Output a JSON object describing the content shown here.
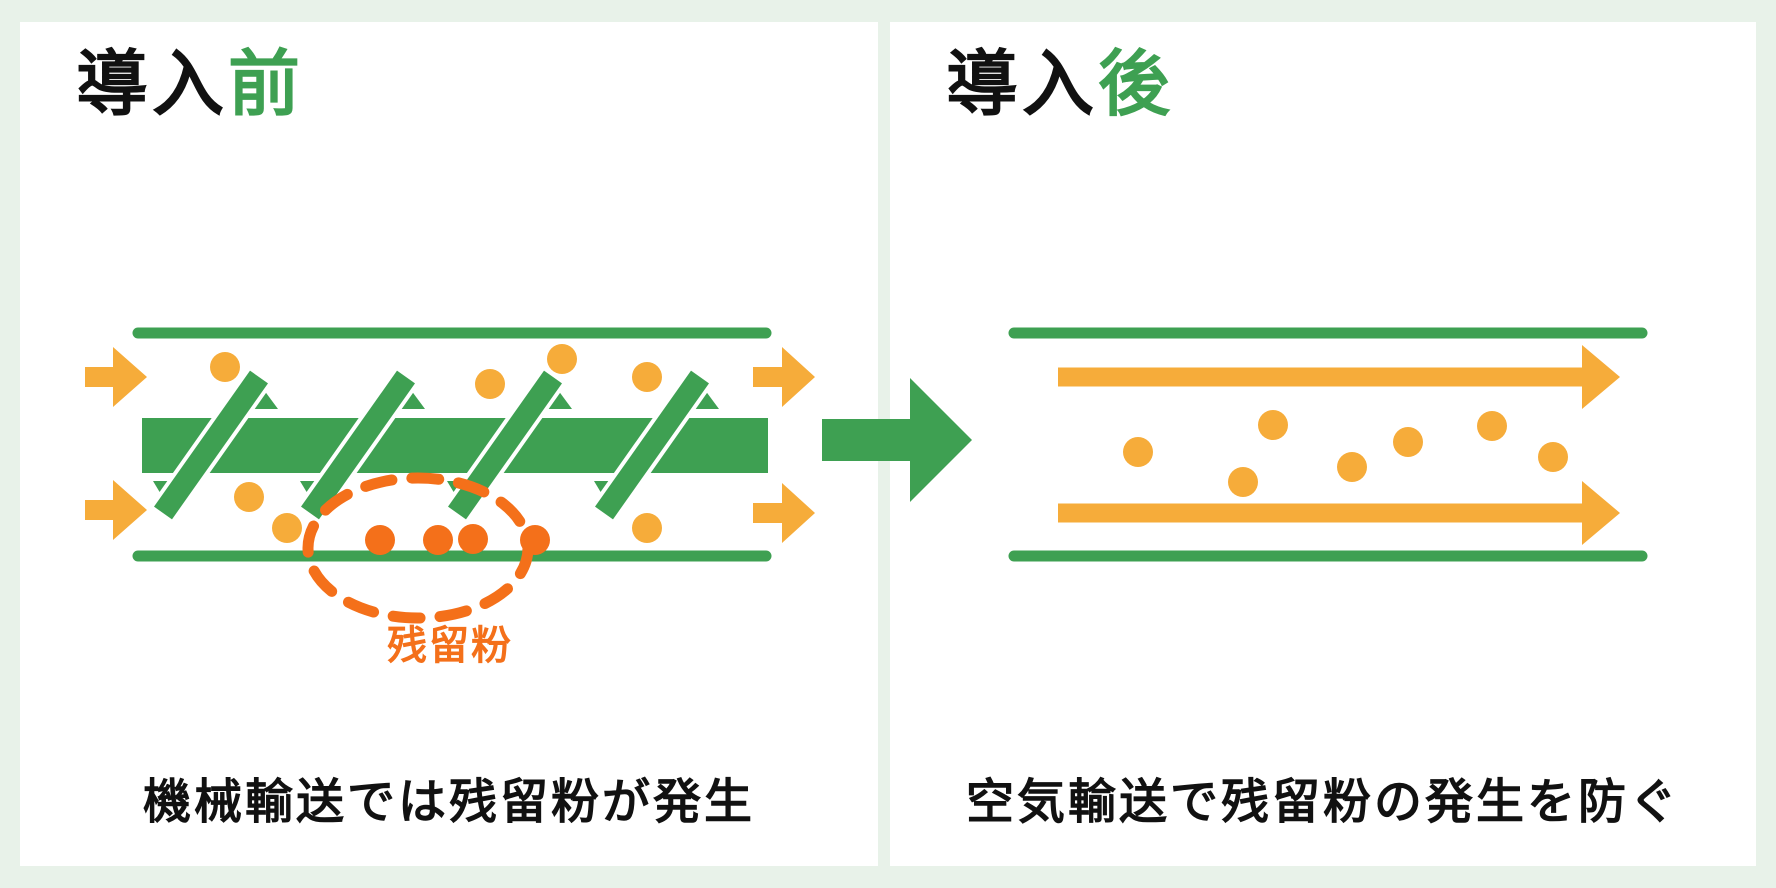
{
  "colors": {
    "green": "#3EA052",
    "light_orange": "#F6AC3A",
    "dark_orange": "#F4701A",
    "text": "#111111",
    "bg": "#E8F2E9",
    "panel": "#FFFFFF"
  },
  "left_panel": {
    "title_prefix": "導入",
    "title_suffix": "前",
    "residual_label": "残留粉",
    "caption": "機械輸送では残留粉が発生"
  },
  "right_panel": {
    "title_prefix": "導入",
    "title_suffix": "後",
    "caption": "空気輸送で残留粉の発生を防ぐ"
  }
}
